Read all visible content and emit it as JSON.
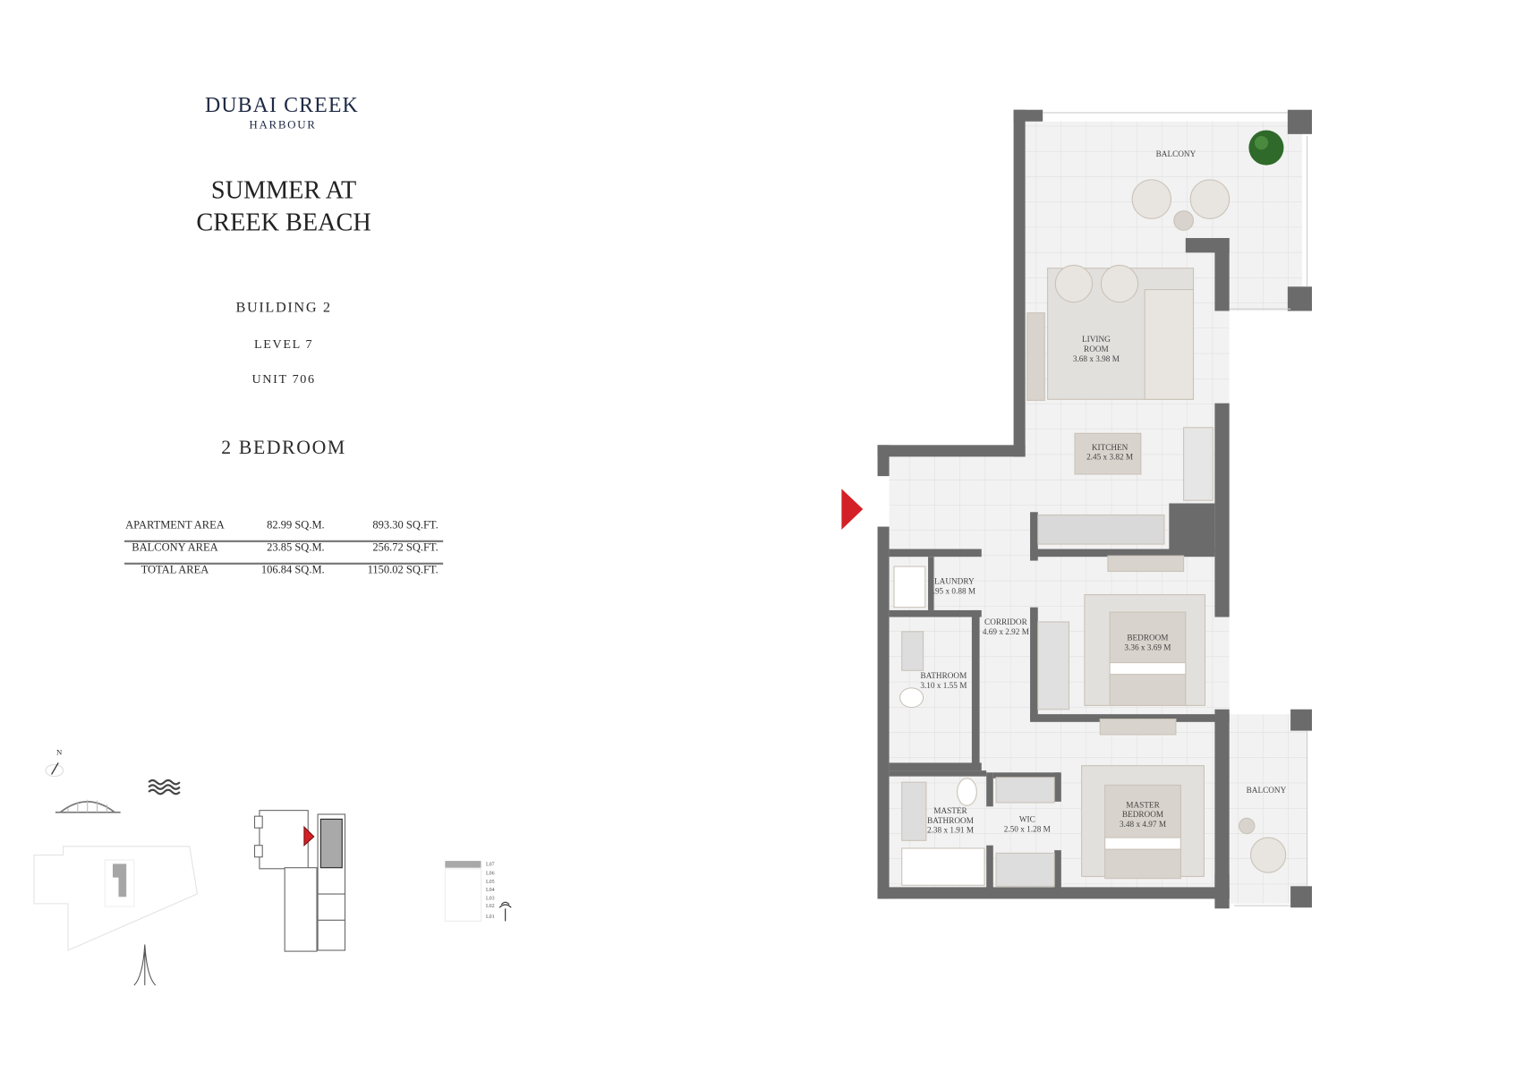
{
  "logo": {
    "line1": "DUBAI CREEK",
    "line2": "HARBOUR"
  },
  "project": {
    "line1": "SUMMER AT",
    "line2": "CREEK BEACH"
  },
  "building": "BUILDING 2",
  "level": "LEVEL 7",
  "unit": "UNIT 706",
  "unit_type": "2 BEDROOM",
  "areas": [
    {
      "label": "APARTMENT AREA",
      "sqm": "82.99 SQ.M.",
      "sqft": "893.30 SQ.FT."
    },
    {
      "label": "BALCONY AREA",
      "sqm": "23.85 SQ.M.",
      "sqft": "256.72 SQ.FT."
    },
    {
      "label": "TOTAL AREA",
      "sqm": "106.84 SQ.M.",
      "sqft": "1150.02 SQ.FT."
    }
  ],
  "rooms": {
    "balcony_top": {
      "name": "BALCONY"
    },
    "living": {
      "name1": "LIVING",
      "name2": "ROOM",
      "dims": "3.68 x 3.98 M"
    },
    "kitchen": {
      "name": "KITCHEN",
      "dims": "2.45 x 3.82 M"
    },
    "laundry": {
      "name": "LAUNDRY",
      "dims": ".95 x 0.88 M"
    },
    "corridor": {
      "name": "CORRIDOR",
      "dims": "4.69 x 2.92 M"
    },
    "bathroom": {
      "name": "BATHROOM",
      "dims": "3.10 x 1.55 M"
    },
    "bedroom": {
      "name": "BEDROOM",
      "dims": "3.36 x 3.69 M"
    },
    "master_bathroom": {
      "name1": "MASTER",
      "name2": "BATHROOM",
      "dims": "2.38 x 1.91 M"
    },
    "wic": {
      "name": "WIC",
      "dims": "2.50 x 1.28 M"
    },
    "master_bedroom": {
      "name1": "MASTER",
      "name2": "BEDROOM",
      "dims": "3.48 x 4.97 M"
    },
    "balcony_bottom": {
      "name": "BALCONY"
    }
  },
  "key_plan": {
    "north_label": "N",
    "levels": [
      "L07",
      "L06",
      "L05",
      "L04",
      "L03",
      "L02",
      "L01"
    ],
    "highlighted_level": "L07"
  },
  "colors": {
    "wall": "#6b6b6b",
    "floor": "#f1f1f1",
    "entrance_arrow": "#d42027",
    "highlight": "#a9a9a9",
    "furniture": "#d8d3cc",
    "plant": "#2f6a2a"
  }
}
